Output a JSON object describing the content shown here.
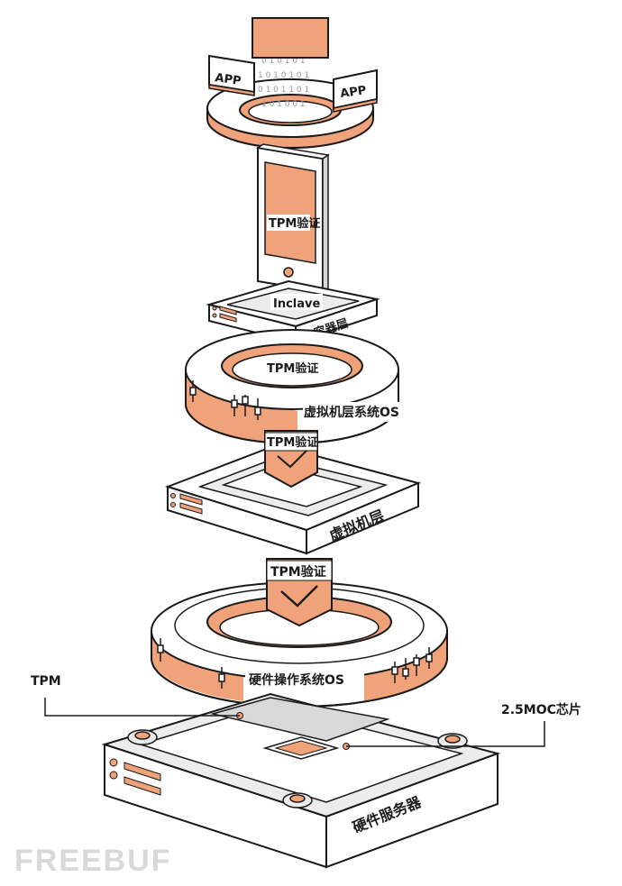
{
  "colors": {
    "accent": "#f0a27a",
    "outline": "#1a1a1a",
    "panel": "#ececec",
    "paper": "#ffffff"
  },
  "layers": {
    "app": {
      "label_left": "APP",
      "label_right": "APP"
    },
    "phone": {
      "label": "TPM验证"
    },
    "container": {
      "title": "Inclave",
      "label": "容器层"
    },
    "vm_os": {
      "inner_label": "TPM验证",
      "label": "虚拟机层系统OS"
    },
    "vm": {
      "badge": "TPM验证",
      "label": "虚拟机层"
    },
    "hw_os": {
      "badge": "TPM验证",
      "label": "硬件操作系统OS"
    },
    "server": {
      "label": "硬件服务器"
    }
  },
  "callouts": {
    "tpm": "TPM",
    "chip": "2.5MOC芯片"
  },
  "watermark": "FREEBUF"
}
